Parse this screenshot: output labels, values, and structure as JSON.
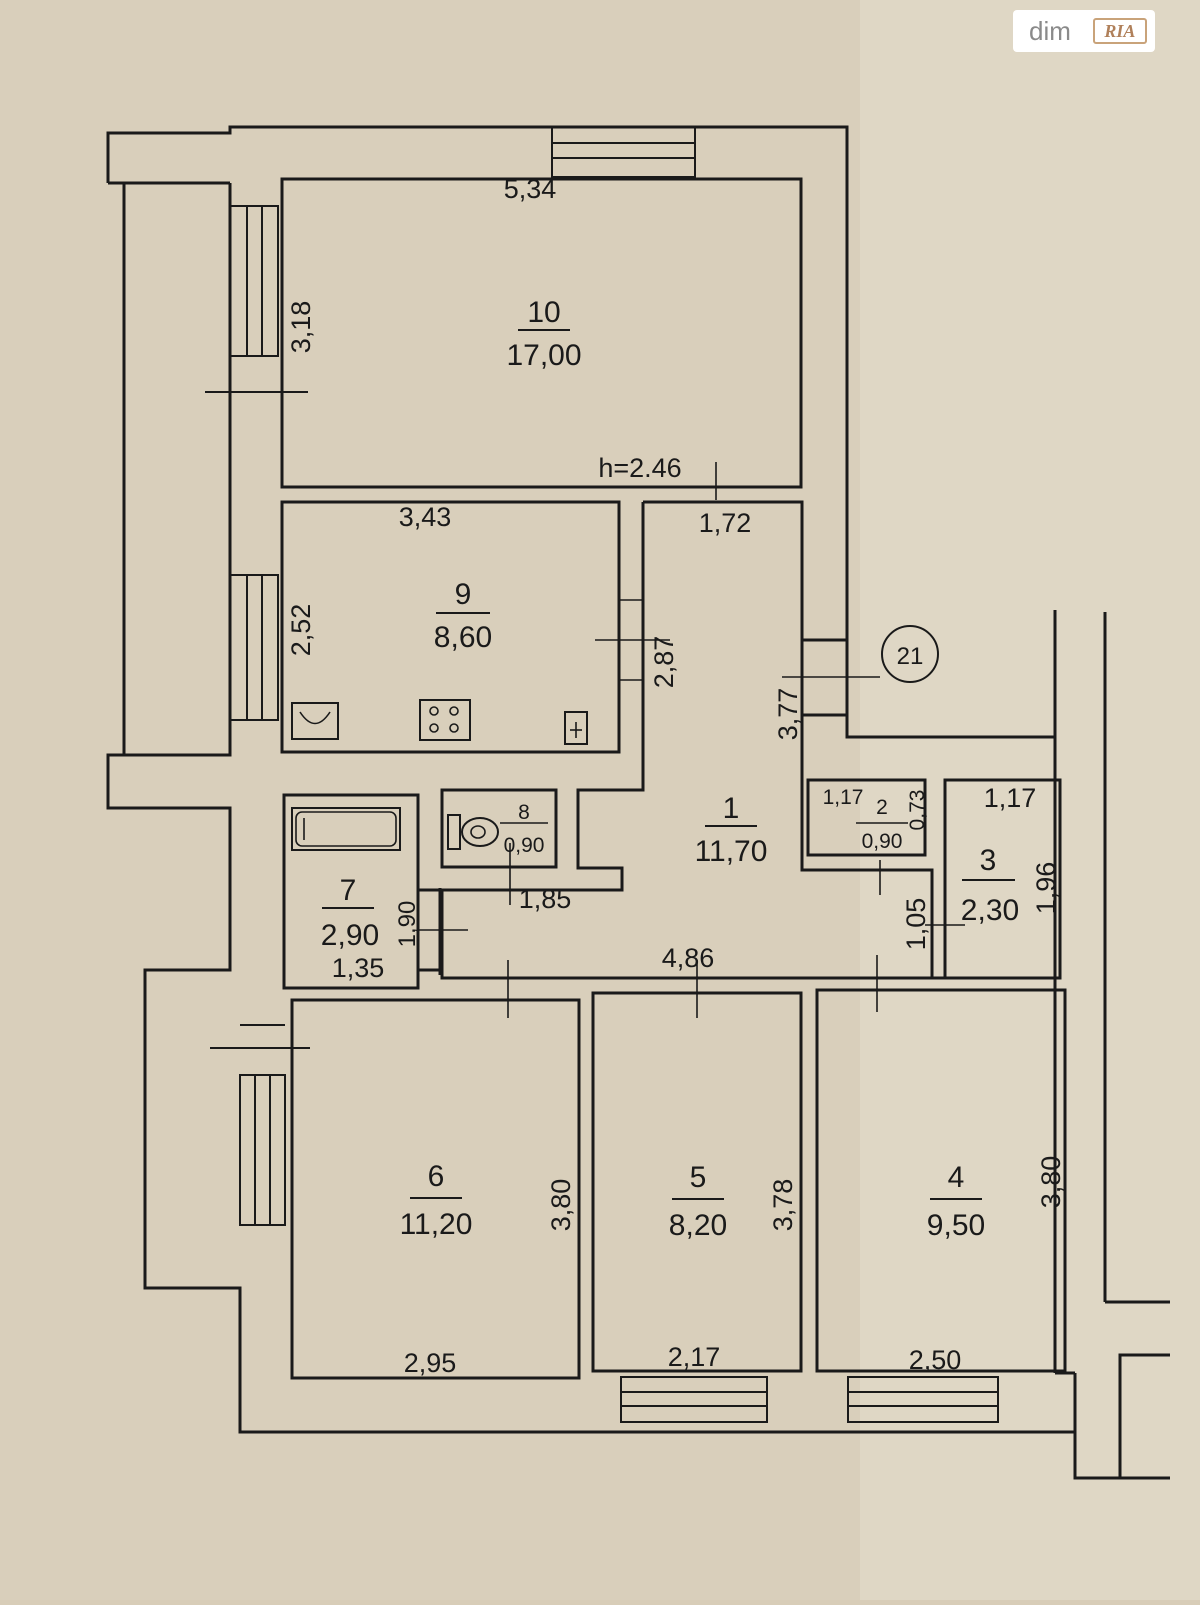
{
  "watermark": {
    "text": "dim",
    "logo": "RIA"
  },
  "ceiling": "h=2.46",
  "marker": "21",
  "rooms": [
    {
      "id": "10",
      "area": "17,00",
      "w": "5,34",
      "h": "3,18"
    },
    {
      "id": "9",
      "area": "8,60",
      "w": "3,43",
      "h": "2,52"
    },
    {
      "id": "1",
      "area": "11,70",
      "w": "1,72",
      "h": "3,77",
      "h2": "2,87",
      "w2": "4,86",
      "w3": "1,85"
    },
    {
      "id": "8",
      "area": "0,90"
    },
    {
      "id": "7",
      "area": "2,90",
      "w": "1,35",
      "h": "1,90"
    },
    {
      "id": "2",
      "area": "0,90",
      "w": "1,17",
      "h": "0,73"
    },
    {
      "id": "3",
      "area": "2,30",
      "w": "1,17",
      "h": "1,96",
      "d": "1,05"
    },
    {
      "id": "6",
      "area": "11,20",
      "w": "2,95",
      "h": "3,80"
    },
    {
      "id": "5",
      "area": "8,20",
      "w": "2,17",
      "h": "3,78"
    },
    {
      "id": "4",
      "area": "9,50",
      "w": "2,50",
      "h": "3,80"
    }
  ]
}
